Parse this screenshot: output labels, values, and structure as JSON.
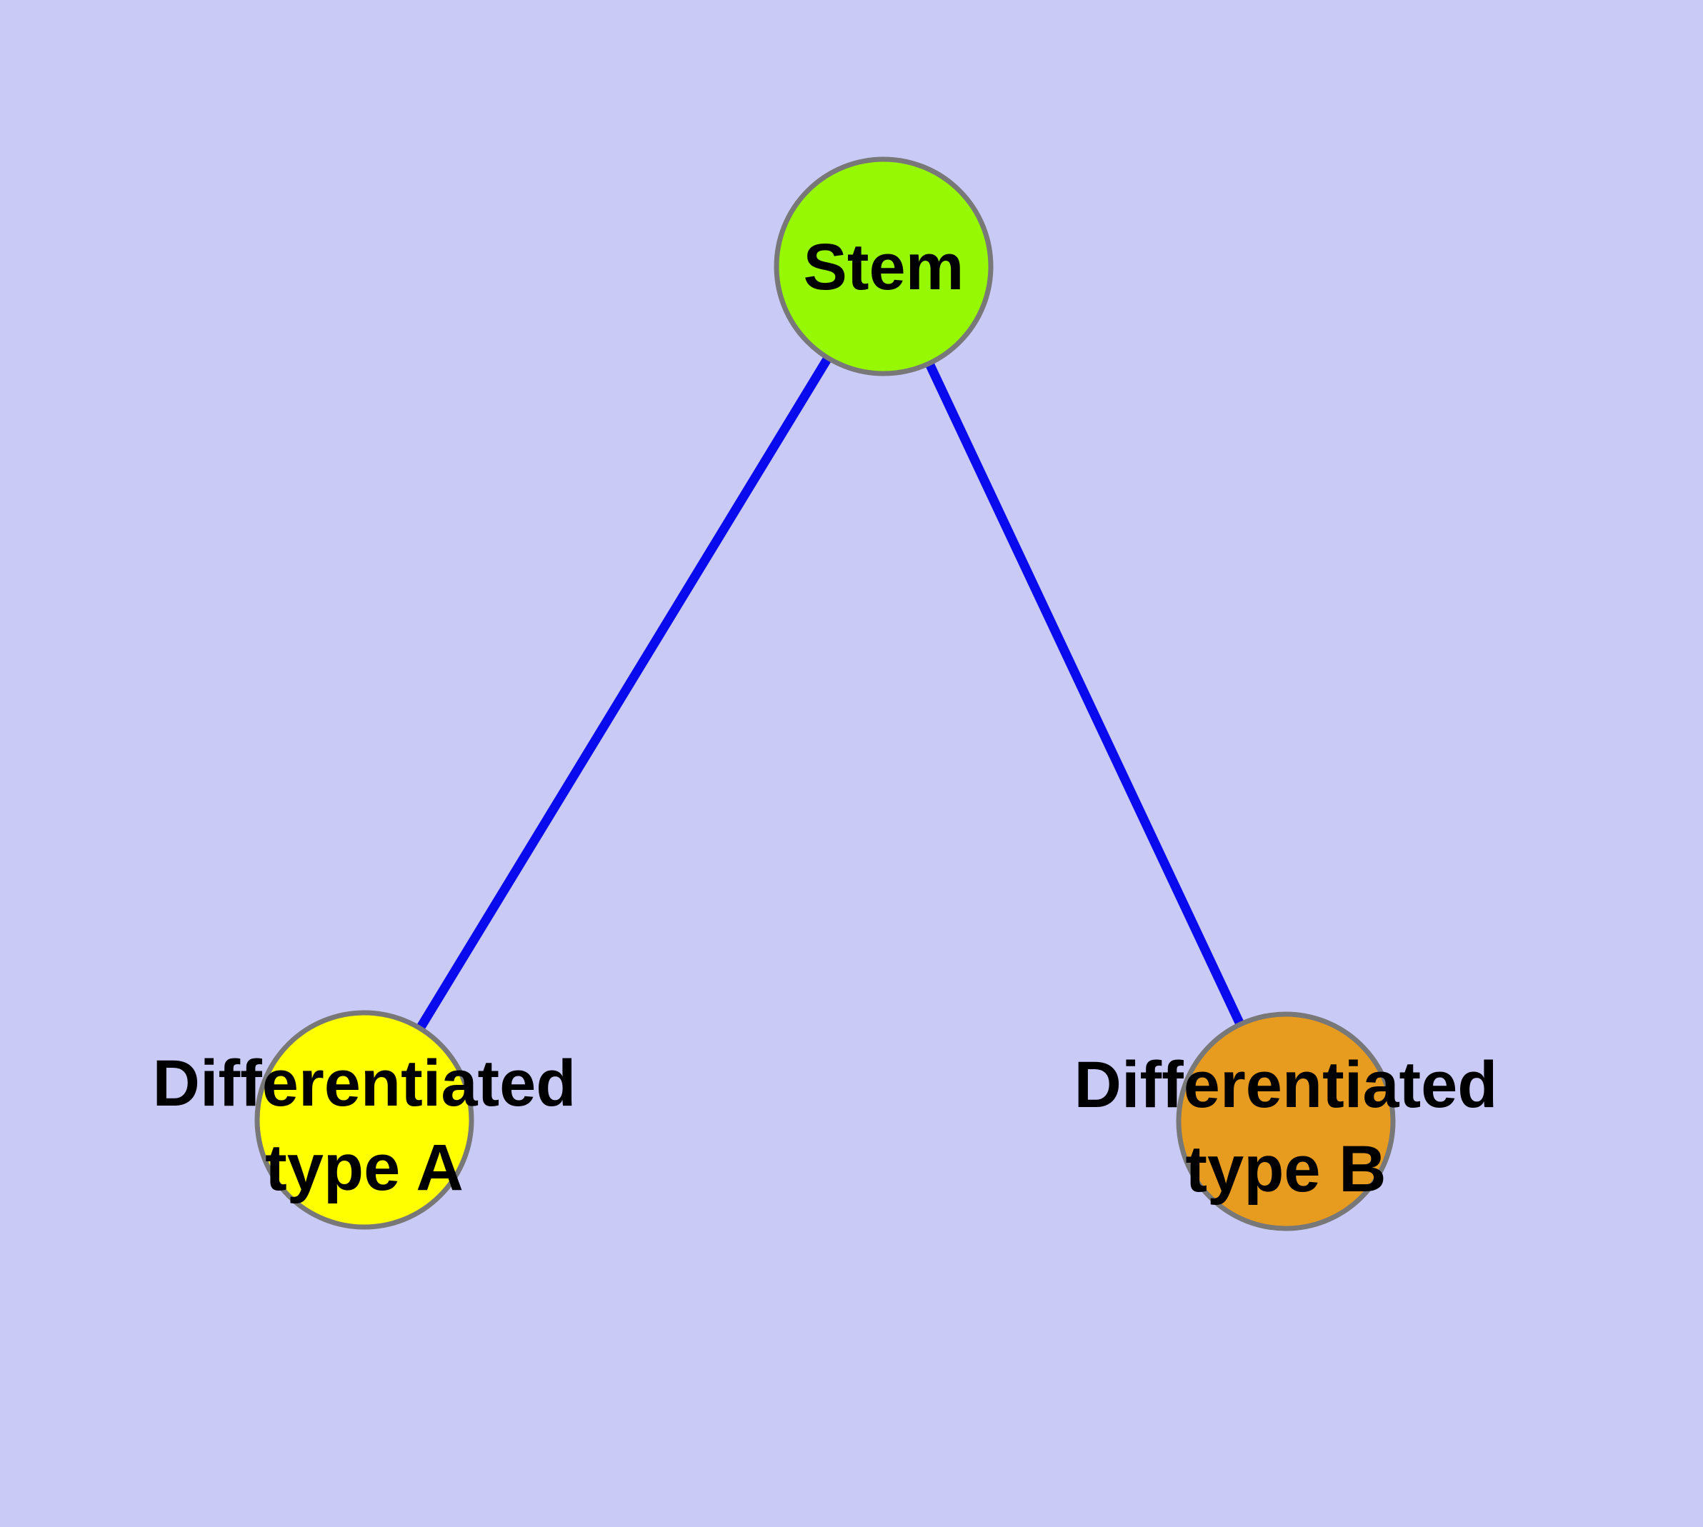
{
  "diagram": {
    "background_color": "#cacaf6",
    "edge_color": "#0a0aee",
    "node_border_color": "#787878",
    "label_color": "#000000",
    "nodes": {
      "stem": {
        "label": "Stem",
        "fill": "#96f802"
      },
      "type_a": {
        "label_line1": "Differentiated",
        "label_line2": "type A",
        "fill": "#ffff00"
      },
      "type_b": {
        "label_line1": "Differentiated",
        "label_line2": "type B",
        "fill": "#e79c20"
      }
    },
    "edges": [
      {
        "from": "Stem",
        "to": "Differentiated type A"
      },
      {
        "from": "Stem",
        "to": "Differentiated type B"
      }
    ]
  }
}
